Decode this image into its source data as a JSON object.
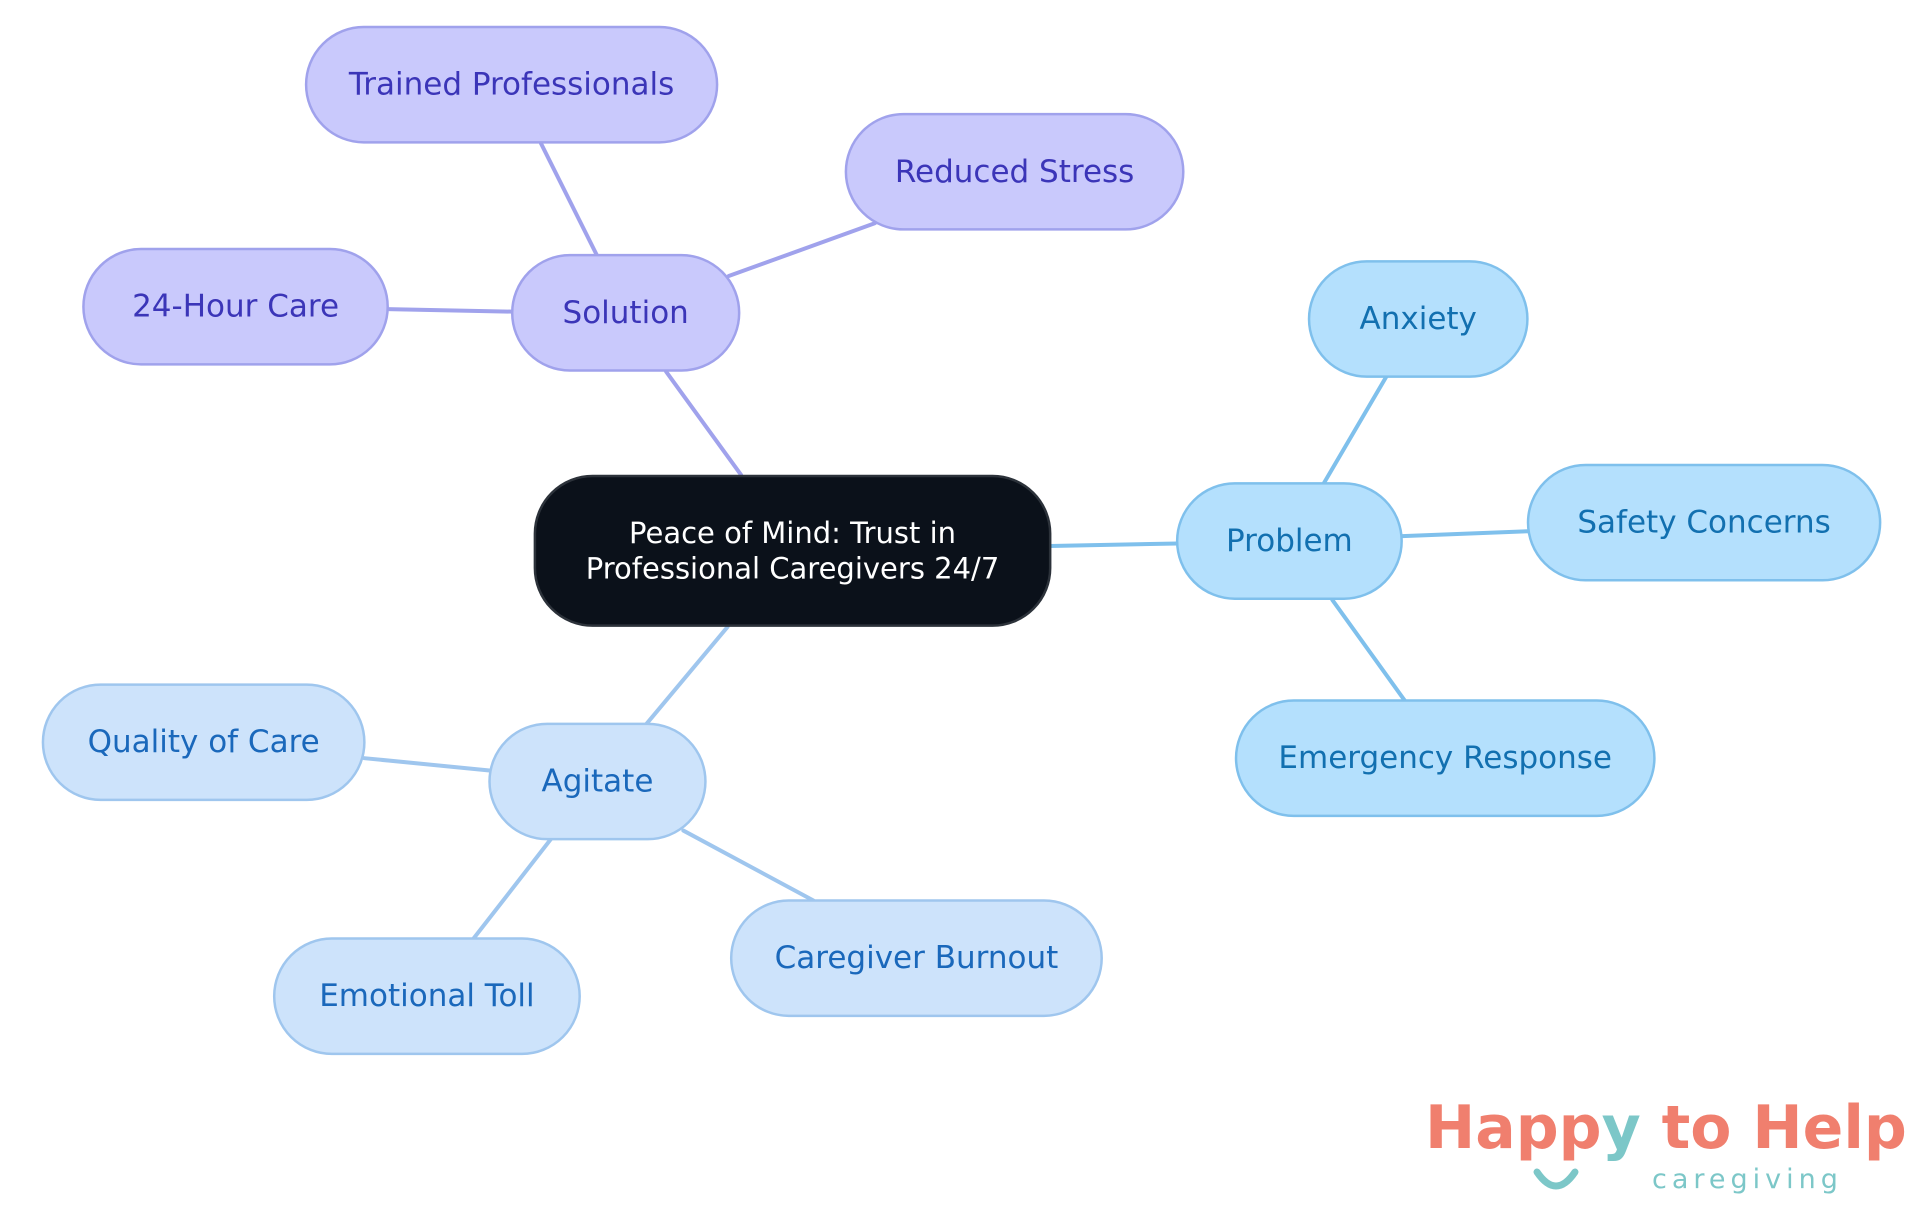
{
  "diagram": {
    "root": {
      "id": "root",
      "label_lines": [
        "Peace of Mind: Trust in",
        "Professional Caregivers 24/7"
      ]
    },
    "branches": [
      {
        "id": "solution",
        "label": "Solution",
        "color": "#a0a2ec",
        "fill": "#c9c9fc",
        "text_color": "#3b35b8",
        "children": [
          {
            "id": "trained-professionals",
            "label": "Trained Professionals"
          },
          {
            "id": "reduced-stress",
            "label": "Reduced Stress"
          },
          {
            "id": "24-hour-care",
            "label": "24-Hour Care"
          }
        ]
      },
      {
        "id": "problem",
        "label": "Problem",
        "color": "#7fc0ec",
        "fill": "#b4e0fd",
        "text_color": "#1270b0",
        "children": [
          {
            "id": "anxiety",
            "label": "Anxiety"
          },
          {
            "id": "safety-concerns",
            "label": "Safety Concerns"
          },
          {
            "id": "emergency-response",
            "label": "Emergency Response"
          }
        ]
      },
      {
        "id": "agitate",
        "label": "Agitate",
        "color": "#9fc6ee",
        "fill": "#cde3fb",
        "text_color": "#1a68bb",
        "children": [
          {
            "id": "quality-of-care",
            "label": "Quality of Care"
          },
          {
            "id": "emotional-toll",
            "label": "Emotional Toll"
          },
          {
            "id": "caregiver-burnout",
            "label": "Caregiver Burnout"
          }
        ]
      }
    ]
  },
  "logo": {
    "brand_before": "Happ",
    "brand_y": "y",
    "brand_after": " to Help",
    "tagline": "caregiving"
  }
}
